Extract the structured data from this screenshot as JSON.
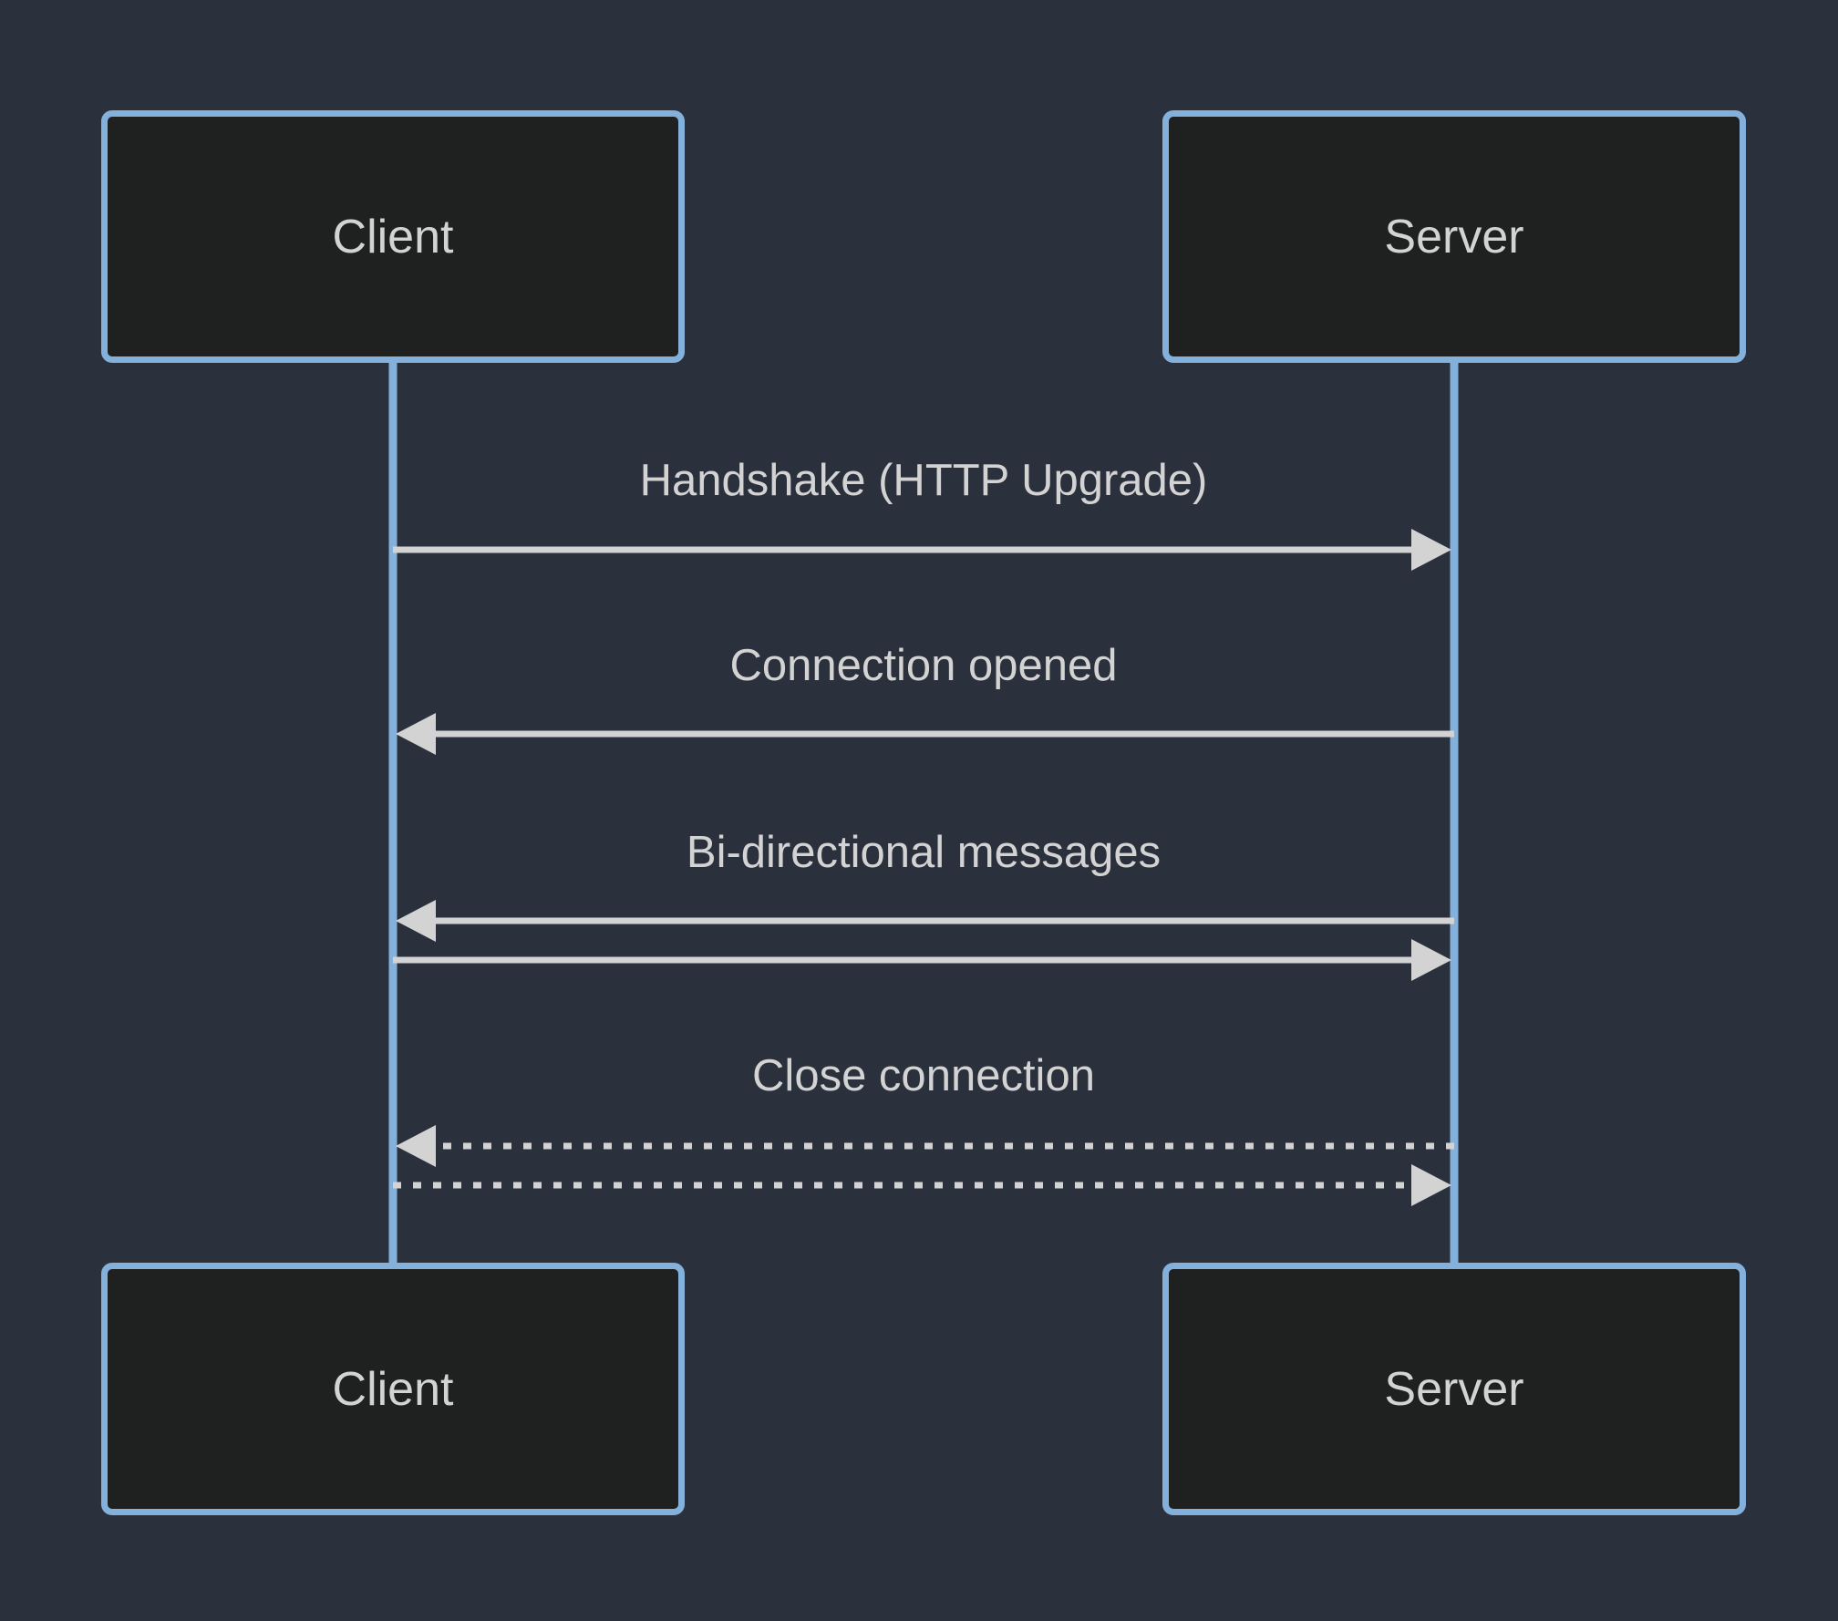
{
  "diagram": {
    "type": "sequence",
    "actors": {
      "client": {
        "label": "Client"
      },
      "server": {
        "label": "Server"
      }
    },
    "messages": [
      {
        "label": "Handshake (HTTP Upgrade)",
        "from": "Client",
        "to": "Server",
        "line": "solid",
        "direction": "right"
      },
      {
        "label": "Connection opened",
        "from": "Server",
        "to": "Client",
        "line": "solid",
        "direction": "left"
      },
      {
        "label": "Bi-directional messages",
        "from": "both",
        "to": "both",
        "line": "solid",
        "direction": "both"
      },
      {
        "label": "Close connection",
        "from": "both",
        "to": "both",
        "line": "dotted",
        "direction": "both"
      }
    ]
  },
  "colors": {
    "background": "#2b303d",
    "actor_fill": "#1f2121",
    "actor_border": "#84b0dc",
    "lifeline": "#84b0dc",
    "signal": "#d3d3d3",
    "text": "#d3d3d3"
  }
}
